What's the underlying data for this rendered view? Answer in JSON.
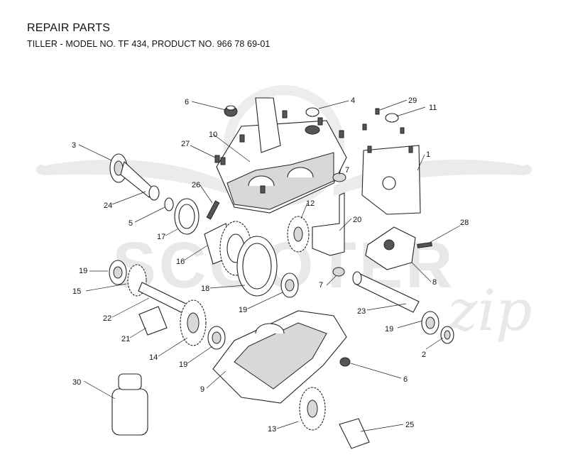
{
  "header": {
    "title": "REPAIR PARTS",
    "subtitle": "TILLER - MODEL NO. TF 434, PRODUCT NO. 966 78 69-01"
  },
  "watermark": {
    "text": "SCOOTER",
    "script": "zip"
  },
  "callouts": [
    {
      "id": "c1",
      "label": "1"
    },
    {
      "id": "c2",
      "label": "2"
    },
    {
      "id": "c3",
      "label": "3"
    },
    {
      "id": "c4",
      "label": "4"
    },
    {
      "id": "c5",
      "label": "5"
    },
    {
      "id": "c6a",
      "label": "6"
    },
    {
      "id": "c6b",
      "label": "6"
    },
    {
      "id": "c7a",
      "label": "7"
    },
    {
      "id": "c7b",
      "label": "7"
    },
    {
      "id": "c8",
      "label": "8"
    },
    {
      "id": "c9",
      "label": "9"
    },
    {
      "id": "c10",
      "label": "10"
    },
    {
      "id": "c11",
      "label": "11"
    },
    {
      "id": "c12",
      "label": "12"
    },
    {
      "id": "c13",
      "label": "13"
    },
    {
      "id": "c14",
      "label": "14"
    },
    {
      "id": "c15",
      "label": "15"
    },
    {
      "id": "c16",
      "label": "16"
    },
    {
      "id": "c17",
      "label": "17"
    },
    {
      "id": "c18",
      "label": "18"
    },
    {
      "id": "c19a",
      "label": "19"
    },
    {
      "id": "c19b",
      "label": "19"
    },
    {
      "id": "c19c",
      "label": "19"
    },
    {
      "id": "c19d",
      "label": "19"
    },
    {
      "id": "c20",
      "label": "20"
    },
    {
      "id": "c21",
      "label": "21"
    },
    {
      "id": "c22",
      "label": "22"
    },
    {
      "id": "c23",
      "label": "23"
    },
    {
      "id": "c24",
      "label": "24"
    },
    {
      "id": "c25",
      "label": "25"
    },
    {
      "id": "c26",
      "label": "26"
    },
    {
      "id": "c27",
      "label": "27"
    },
    {
      "id": "c28",
      "label": "28"
    },
    {
      "id": "c29",
      "label": "29"
    },
    {
      "id": "c30",
      "label": "30"
    }
  ]
}
